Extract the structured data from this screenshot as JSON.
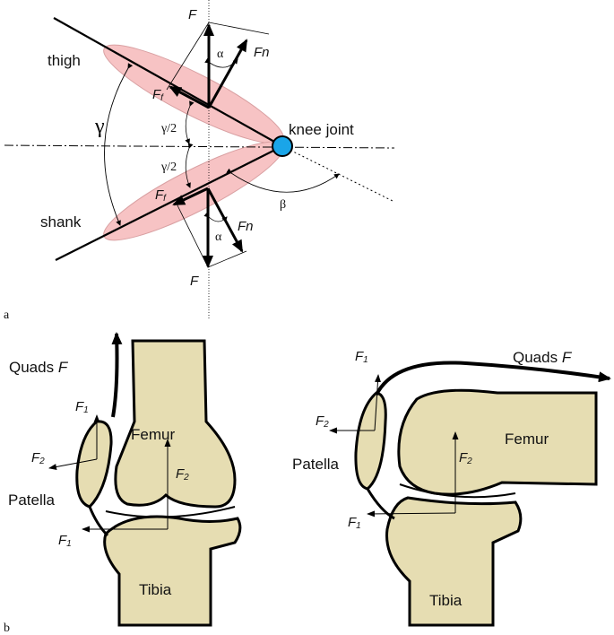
{
  "panels": {
    "a": "a",
    "b": "b"
  },
  "panel_a": {
    "thigh": "thigh",
    "shank": "shank",
    "knee_joint": "knee joint",
    "gamma": "γ",
    "half_gamma": "γ/2",
    "alpha": "α",
    "beta": "β",
    "force": "F",
    "normal_force": "Fn",
    "friction_force": "F",
    "friction_sub": "f",
    "colors": {
      "limb": "#f7c3c4",
      "joint": "#1aa5e8"
    }
  },
  "panel_b": {
    "quads": "Quads",
    "quads_force": "F",
    "femur": "Femur",
    "tibia": "Tibia",
    "patella": "Patella",
    "f_letter": "F",
    "sub1": "1",
    "sub2": "2",
    "colors": {
      "bone": "#e6ddb2"
    }
  }
}
